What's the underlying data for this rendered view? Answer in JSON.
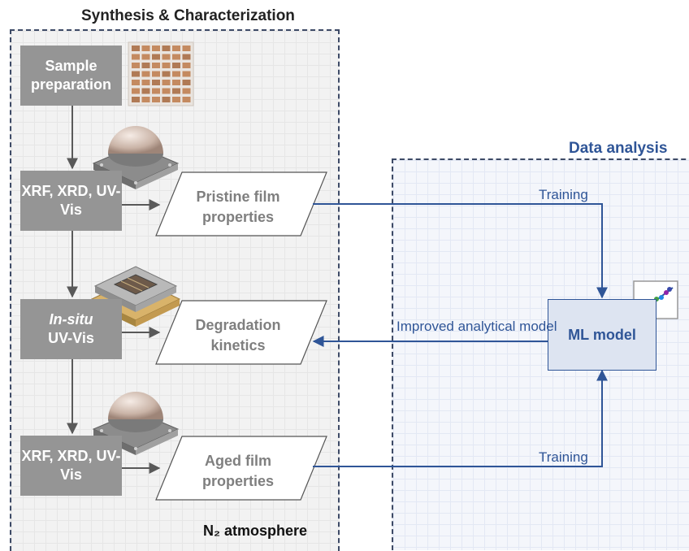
{
  "panels": {
    "synthesis_title": "Synthesis & Characterization",
    "analysis_title": "Data analysis",
    "atmosphere_label": "N₂ atmosphere"
  },
  "process_steps": {
    "sample_prep": "Sample preparation",
    "xrf_1": "XRF, XRD, UV-Vis",
    "insitu_italic": "In-situ",
    "insitu_rest": "UV-Vis",
    "xrf_2": "XRF, XRD, UV-Vis"
  },
  "outputs": {
    "pristine": "Pristine film properties",
    "degradation": "Degradation kinetics",
    "aged": "Aged film properties"
  },
  "analysis": {
    "ml_model": "ML model",
    "training_1": "Training",
    "training_2": "Training",
    "improved": "Improved analytical model"
  },
  "icons": [
    "sample-grid-icon",
    "dome-chamber-icon",
    "insitu-chamber-icon",
    "ml-plot-icon"
  ],
  "colors": {
    "process_box": "#959595",
    "arrow_gray": "#595959",
    "analysis_blue": "#2f5597",
    "ml_fill": "#dde4f1"
  }
}
